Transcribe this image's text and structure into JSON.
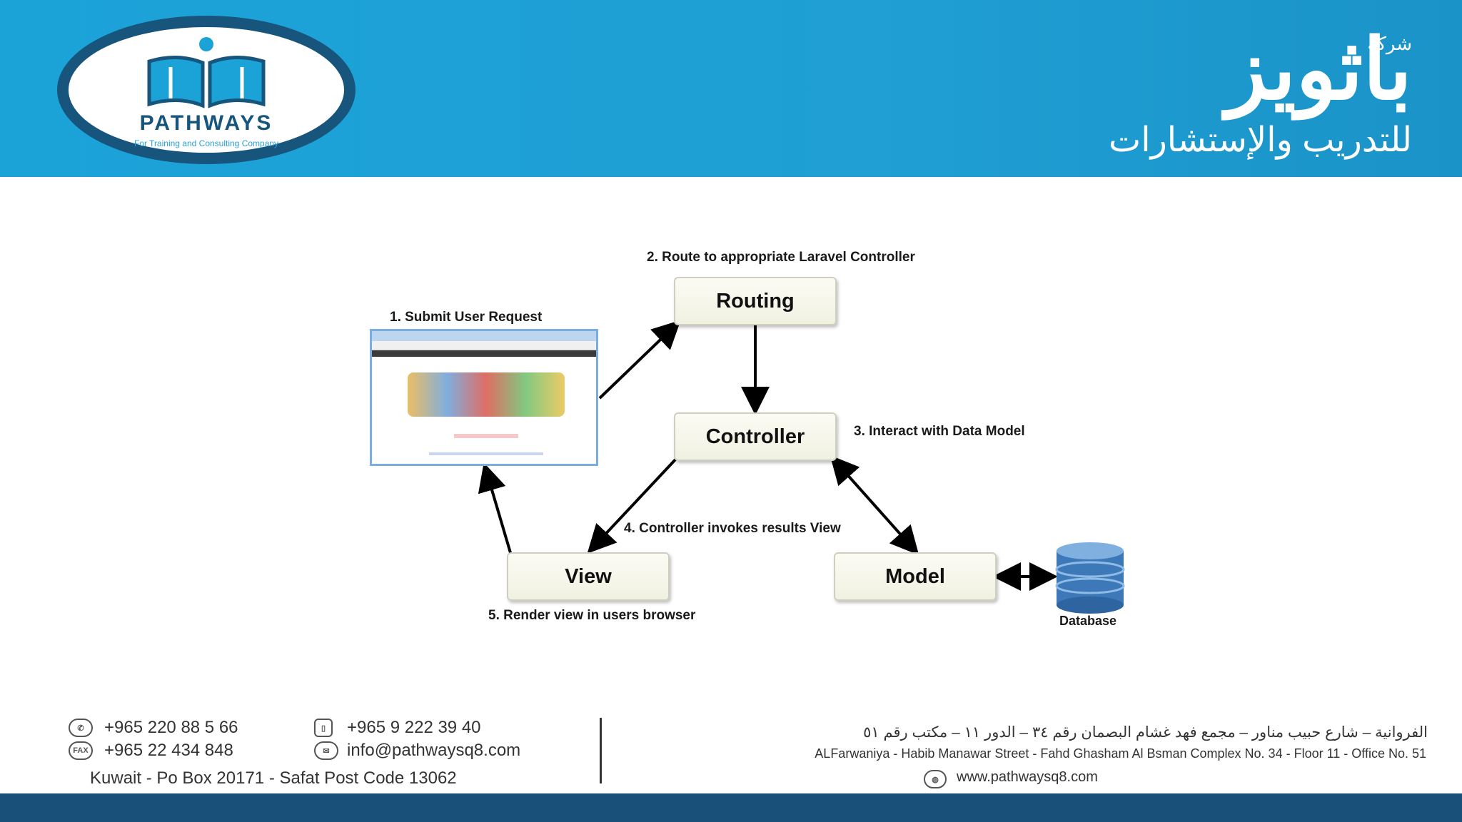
{
  "header": {
    "logo_name": "PATHWAYS",
    "logo_tagline": "For Training and Consulting Company",
    "arabic_company_word": "شركة",
    "arabic_brand": "باثويز",
    "arabic_tagline": "للتدريب والإستشارات"
  },
  "diagram": {
    "steps": {
      "step1": "1. Submit User Request",
      "step2": "2. Route to appropriate Laravel Controller",
      "step3": "3. Interact with Data Model",
      "step4": "4. Controller invokes results View",
      "step5": "5. Render view in users browser"
    },
    "nodes": {
      "routing": "Routing",
      "controller": "Controller",
      "view": "View",
      "model": "Model"
    },
    "database_label": "Database"
  },
  "footer": {
    "phone": "+965 220 88 5 66",
    "mobile": "+965 9 222 39 40",
    "fax": "+965 22 434 848",
    "email": "info@pathwaysq8.com",
    "pobox": "Kuwait - Po Box 20171 - Safat Post Code 13062",
    "address_ar": "الفروانية – شارع حبيب مناور – مجمع فهد غشام البصمان رقم ٣٤ – الدور ١١ – مكتب رقم ٥١",
    "address_en": "ALFarwaniya - Habib Manawar Street - Fahd Ghasham Al Bsman Complex No. 34 - Floor 11 - Office No. 51",
    "website": "www.pathwaysq8.com",
    "fax_icon_text": "FAX"
  },
  "colors": {
    "header_blue": "#1ba3d8",
    "logo_navy": "#17557c",
    "footer_bar": "#18507a",
    "node_fill": "#f4f4e6"
  }
}
